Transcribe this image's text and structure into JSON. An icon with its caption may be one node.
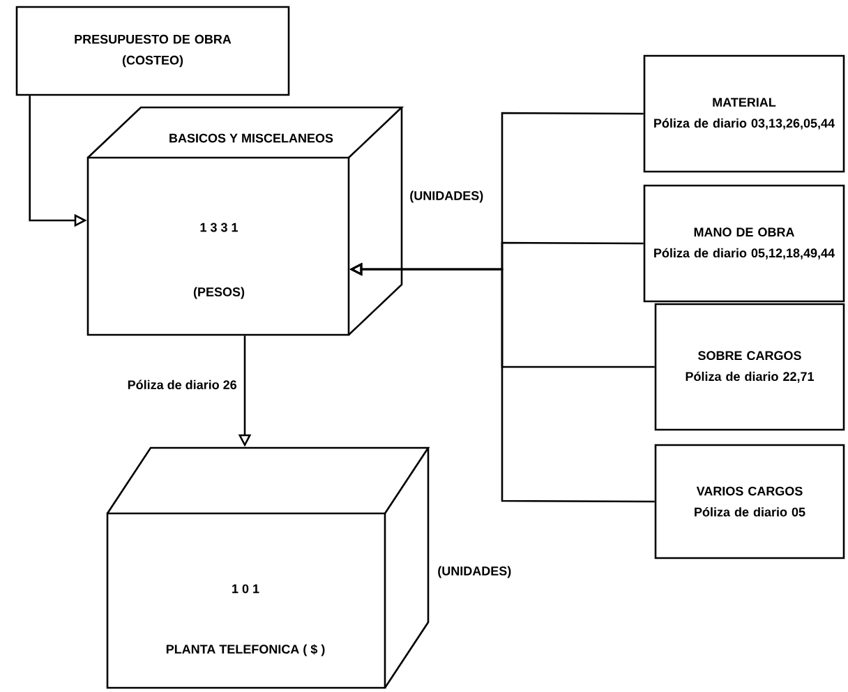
{
  "diagram": {
    "nodes": [
      {
        "text": [
          "PRESUPUESTO DE OBRA",
          "(COSTEO)"
        ]
      },
      {
        "text": [
          "BASICOS Y MISCELANEOS",
          "1 3 3 1",
          "(PESOS)",
          "(UNIDADES)"
        ]
      },
      {
        "text": [
          "MATERIAL",
          "Póliza de diario 03,13,26,05,44"
        ]
      },
      {
        "text": [
          "MANO DE OBRA",
          "Póliza de diario 05,12,18,49,44"
        ]
      },
      {
        "text": [
          "SOBRE CARGOS",
          "Póliza de diario 22,71"
        ]
      },
      {
        "text": [
          "VARIOS CARGOS",
          "Póliza de diario 05"
        ]
      },
      {
        "text": [
          "1 0 1",
          "PLANTA TELEFONICA ( $ )",
          "(UNIDADES)"
        ]
      }
    ],
    "edges": [
      {
        "from": 0,
        "to": 1,
        "arrow": "to"
      },
      {
        "from": 2,
        "to": 1,
        "arrow": "to"
      },
      {
        "from": 3,
        "to": 1,
        "arrow": "to"
      },
      {
        "from": 4,
        "to": 1,
        "arrow": "to"
      },
      {
        "from": 5,
        "to": 1,
        "arrow": "to"
      },
      {
        "from": 1,
        "to": 6,
        "arrow": "to",
        "label": "Póliza de diario 26"
      }
    ]
  }
}
